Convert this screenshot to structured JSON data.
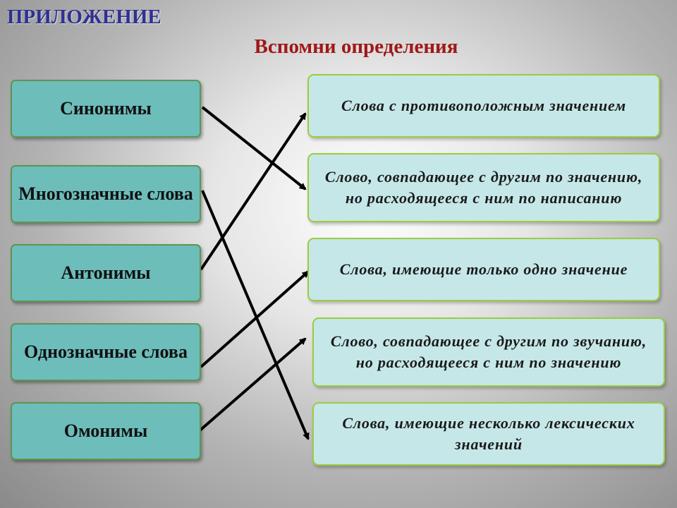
{
  "header": {
    "app_title": "ПРИЛОЖЕНИЕ",
    "subtitle": "Вспомни определения"
  },
  "terms": [
    "Синонимы",
    "Многозначные слова",
    "Антонимы",
    "Однозначные слова",
    "Омонимы"
  ],
  "definitions": [
    "Слова с противоположным значением",
    "Слово, совпадающее с другим по значению, но расходящееся с ним по написанию",
    "Слова, имеющие только одно значение",
    "Слово, совпадающее с другим по звучанию, но расходящееся с ним по значению",
    "Слова, имеющие несколько лексических значений"
  ],
  "connections": [
    {
      "term": "Синонимы",
      "definition": "Слово, совпадающее с другим по значению, но расходящееся с ним по написанию"
    },
    {
      "term": "Многозначные слова",
      "definition": "Слова, имеющие несколько лексических значений"
    },
    {
      "term": "Антонимы",
      "definition": "Слова с противоположным значением"
    },
    {
      "term": "Однозначные слова",
      "definition": "Слова, имеющие только одно значение"
    },
    {
      "term": "Омонимы",
      "definition": "Слово, совпадающее с другим по звучанию, но расходящееся с ним по значению"
    }
  ],
  "colors": {
    "app_title": "#2e3192",
    "subtitle": "#a01818",
    "term_fill": "#6dbdbb",
    "term_border": "#5e9550",
    "definition_fill": "#c6e7e8",
    "definition_border": "#9ccc3e",
    "arrow": "#000000"
  }
}
